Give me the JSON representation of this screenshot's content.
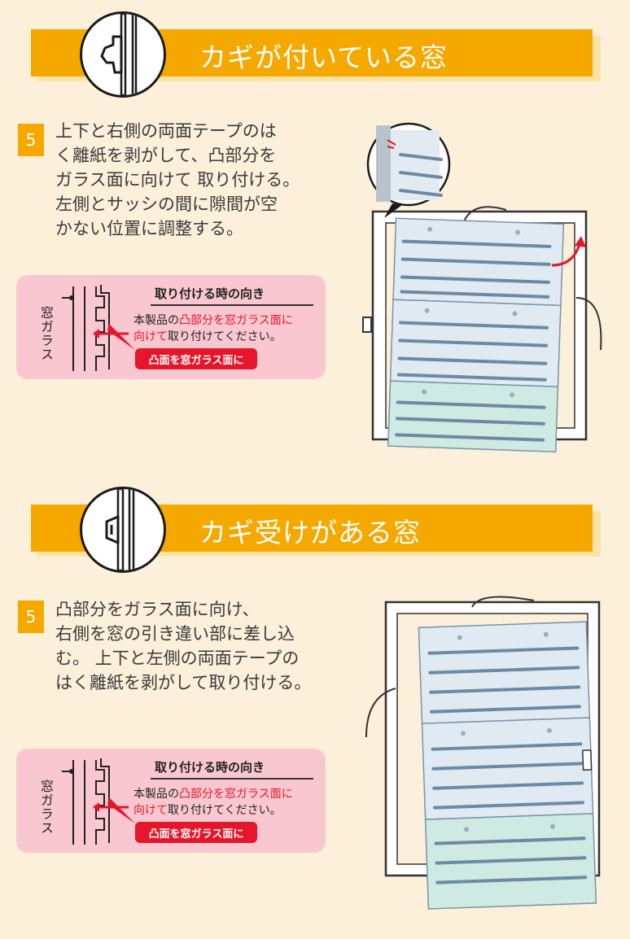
{
  "sections": [
    {
      "title": "カギが付いている窓",
      "step_number": "5",
      "step_text": "上下と右側の両面テープのは\nく離紙を剥がして、凸部分を\nガラス面に向けて 取り付ける。\n左側とサッシの間に隙間が空\nかない位置に調整する。",
      "orientation": {
        "glass_label": "窓ガラス",
        "title": "取り付ける時の向き",
        "desc_line1_pre": "本製品の",
        "desc_line1_red": "凸部分を窓ガラス面に",
        "desc_line2_red": "向けて",
        "desc_line2_post": "取り付けてください。",
        "pill": "凸面を窓ガラス面に"
      }
    },
    {
      "title": "カギ受けがある窓",
      "step_number": "5",
      "step_text": "凸部分をガラス面に向け、\n右側を窓の引き違い部に差し込\nむ。 上下と左側の両面テープの\nはく離紙を剥がして取り付ける。",
      "orientation": {
        "glass_label": "窓ガラス",
        "title": "取り付ける時の向き",
        "desc_line1_pre": "本製品の",
        "desc_line1_red": "凸部分を窓ガラス面に",
        "desc_line2_red": "向けて",
        "desc_line2_post": "取り付けてください。",
        "pill": "凸面を窓ガラス面に"
      }
    }
  ],
  "colors": {
    "background": "#fcf0da",
    "banner": "#f5a800",
    "badge": "#f5a800",
    "pink_box": "#f9c7cf",
    "accent_red": "#e5162b"
  }
}
